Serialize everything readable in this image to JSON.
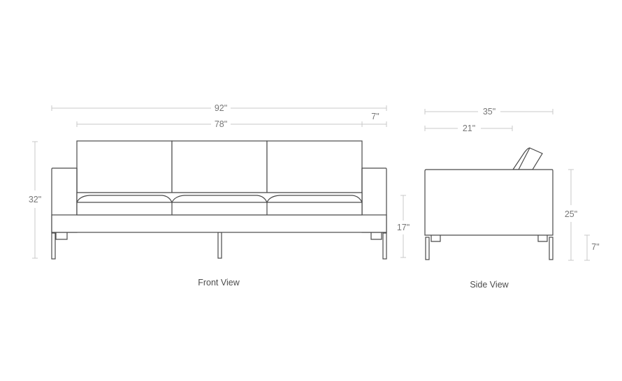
{
  "diagram": {
    "front_view": {
      "caption": "Front View",
      "dimensions": {
        "overall_width": "92\"",
        "inner_width": "78\"",
        "arm_width": "7\"",
        "overall_height": "32\"",
        "seat_height": "17\""
      },
      "seat_sections": 3
    },
    "side_view": {
      "caption": "Side View",
      "dimensions": {
        "overall_depth": "35\"",
        "seat_depth": "21\"",
        "arm_height": "25\"",
        "leg_height": "7\""
      }
    },
    "colors": {
      "outline": "#4a4a4a",
      "dimension_line": "#c8c8c8",
      "dimension_text": "#777777",
      "caption_text": "#4d4d4d",
      "background": "#ffffff"
    }
  }
}
